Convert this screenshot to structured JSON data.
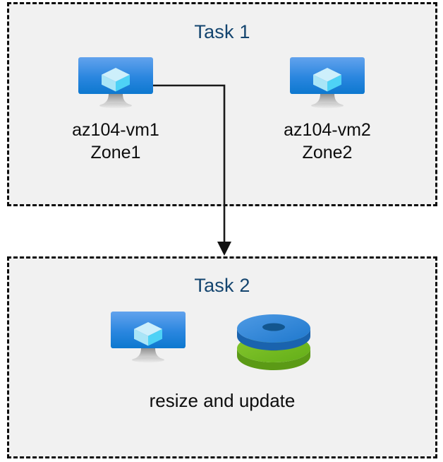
{
  "diagram": {
    "title_color": "#14456f",
    "box_fill": "#f1f1f1",
    "box_border_color": "#0c0c0c",
    "connector_color": "#1a1a1a"
  },
  "task1": {
    "title": "Task 1",
    "nodes": [
      {
        "icon": "virtual-machine-icon",
        "name": "az104-vm1",
        "zone": "Zone1",
        "label": "az104-vm1\nZone1"
      },
      {
        "icon": "virtual-machine-icon",
        "name": "az104-vm2",
        "zone": "Zone2",
        "label": "az104-vm2\nZone2"
      }
    ]
  },
  "task2": {
    "title": "Task 2",
    "caption": "resize and update",
    "nodes": [
      {
        "icon": "virtual-machine-icon"
      },
      {
        "icon": "managed-disks-icon"
      }
    ]
  },
  "connector": {
    "from": "az104-vm1",
    "to": "Task 2",
    "arrow": "down-arrow-icon"
  },
  "icon_colors": {
    "vm_screen_top": "#5ea0ec",
    "vm_screen_bottom": "#0f7ad0",
    "vm_cube_top": "#c3ecfb",
    "vm_cube_left": "#a8e4f8",
    "vm_cube_right": "#4fd4f7",
    "vm_stand": "#9a9a9a",
    "disk_blue": "#2d84d8",
    "disk_blue_dark": "#1b63ad",
    "disk_green": "#76bc25",
    "disk_green_dark": "#5a9a18"
  }
}
